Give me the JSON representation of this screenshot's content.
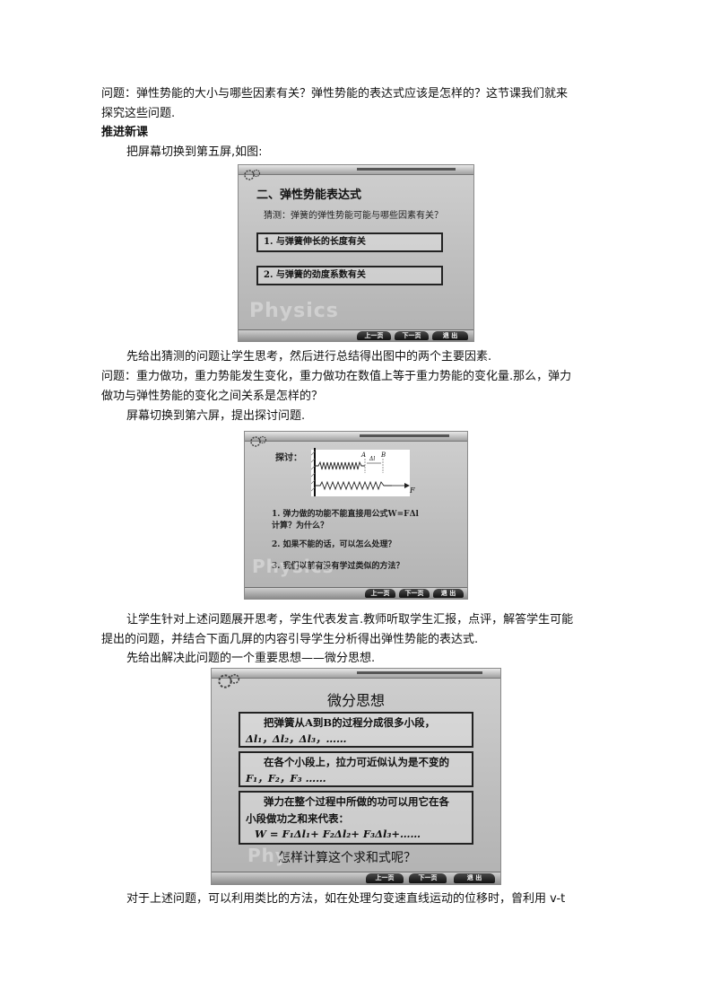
{
  "text": {
    "p1_line1": "问题：弹性势能的大小与哪些因素有关？弹性势能的表达式应该是怎样的？这节课我们就来",
    "p1_line2": "探究这些问题.",
    "heading": "推进新课",
    "p2": "把屏幕切换到第五屏,如图:",
    "p3": "先给出猜测的问题让学生思考，然后进行总结得出图中的两个主要因素.",
    "p4_line1": "问题：重力做功，重力势能发生变化，重力做功在数值上等于重力势能的变化量.那么，弹力",
    "p4_line2": "做功与弹性势能的变化之间关系是怎样的？",
    "p5": "屏幕切换到第六屏，提出探讨问题.",
    "p6_line1": "让学生针对上述问题展开思考，学生代表发言.教师听取学生汇报，点评，解答学生可能",
    "p6_line2": "提出的问题，并结合下面几屏的内容引导学生分析得出弹性势能的表达式.",
    "p7": "先给出解决此问题的一个重要思想——微分思想.",
    "p8": "对于上述问题，可以利用类比的方法，如在处理匀变速直线运动的位移时，曾利用 v-t"
  },
  "nav": {
    "prev": "上一页",
    "next": "下一页",
    "exit": "退 出"
  },
  "slide5": {
    "title": "二、弹性势能表达式",
    "question": "猜测：弹簧的弹性势能可能与哪些因素有关？",
    "box1": "1. 与弹簧伸长的长度有关",
    "box2": "2. 与弹簧的劲度系数有关",
    "watermark": "Physics"
  },
  "slide6": {
    "label": "探讨：",
    "diagram": {
      "A": "A",
      "dl": "Δl",
      "B": "B",
      "F": "F"
    },
    "q1_line1": "1. 弹力做的功能不能直接用公式W=FΔl",
    "q1_line2": "计算？为什么？",
    "q2": "2. 如果不能的话，可以怎么处理？",
    "q3": "3. 我们以前有没有学过类似的方法？",
    "watermark": "Physics"
  },
  "slide7": {
    "title": "微分思想",
    "box1_line1": "把弹簧从A到B的过程分成很多小段，",
    "box1_line2": "Δl₁，Δl₂，Δl₃，……",
    "box2_line1": "在各个小段上，拉力可近似认为是不变的",
    "box2_line2": "F₁，F₂，F₃ ……",
    "box3_line1": "弹力在整个过程中所做的功可以用它在各",
    "box3_line2": "小段做功之和来代表：",
    "box3_line3": "W = F₁Δl₁+ F₂Δl₂+ F₃Δl₃+……",
    "question": "怎样计算这个求和式呢？",
    "watermark": "Phy"
  }
}
